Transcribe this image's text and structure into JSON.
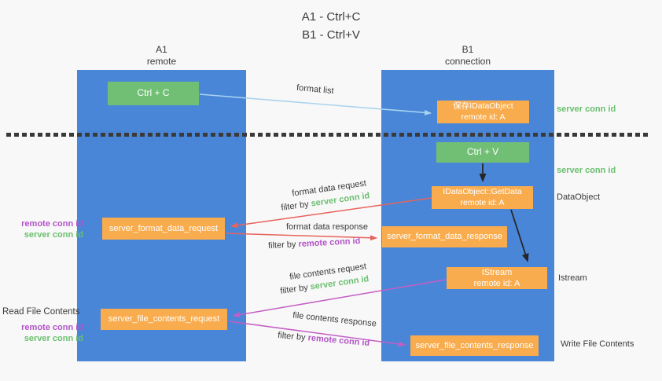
{
  "title": {
    "line1": "A1 - Ctrl+C",
    "line2": "B1 - Ctrl+V"
  },
  "lanes": {
    "left": {
      "title": "A1",
      "subtitle": "remote"
    },
    "right": {
      "title": "B1",
      "subtitle": "connection"
    }
  },
  "nodes": {
    "ctrl_c": {
      "label": "Ctrl + C"
    },
    "ctrl_v": {
      "label": "Ctrl + V"
    },
    "save_dataobject": {
      "line1": "保存IDataObject",
      "line2": "remote id: A"
    },
    "getdata": {
      "line1": "IDataObject::GetData",
      "line2": "remote id: A"
    },
    "istream": {
      "line1": "IStream",
      "line2": "remote id: A"
    },
    "server_format_data_request": {
      "label": "server_format_data_request"
    },
    "server_format_data_response": {
      "label": "server_format_data_response"
    },
    "server_file_contents_request": {
      "label": "server_file_contents_request"
    },
    "server_file_contents_response": {
      "label": "server_file_contents_response"
    }
  },
  "arrow_labels": {
    "format_list": "format list",
    "format_data_request": "format data request",
    "format_data_response": "format data response",
    "file_contents_request": "file contents request",
    "file_contents_response": "file contents response",
    "filter_by": "filter by ",
    "server_conn_id": "server conn id",
    "remote_conn_id": "remote conn id"
  },
  "side_labels": {
    "server_conn_id_top": "server conn id",
    "server_conn_id_mid": "server conn id",
    "dataobject": "DataObject",
    "istream": "Istream",
    "write_file_contents": "Write File Contents",
    "read_file_contents": "Read File Contents",
    "remote_conn_id_1": "remote conn id",
    "server_conn_id_1": "server conn id",
    "remote_conn_id_2": "remote conn id",
    "server_conn_id_2": "server conn id"
  },
  "colors": {
    "background": "#f8f8f8",
    "lane_blue": "#4a86d8",
    "node_green": "#71bf75",
    "node_orange": "#f9ac4d",
    "arrow_light_blue": "#a9d3ee",
    "arrow_red": "#e8635d",
    "arrow_magenta": "#c45ec4",
    "arrow_black": "#262626",
    "label_green": "#6abf6e",
    "label_purple": "#b253c6",
    "text_dark": "#3a3a3a"
  }
}
